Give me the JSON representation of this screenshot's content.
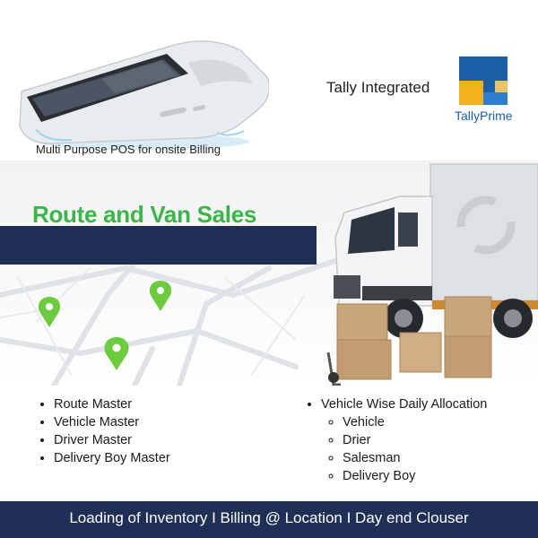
{
  "header": {
    "pos_caption": "Multi Purpose POS for onsite Billing",
    "tally_integrated": "Tally Integrated",
    "tally_brand": "TallyPrime"
  },
  "banner": {
    "title": "Route and Van Sales"
  },
  "masters_list": [
    "Route Master",
    "Vehicle Master",
    "Driver Master",
    "Delivery Boy Master"
  ],
  "allocation": {
    "title": "Vehicle Wise Daily  Allocation",
    "items": [
      "Vehicle",
      "Drier",
      "Salesman",
      "Delivery Boy"
    ]
  },
  "footer": {
    "text": "Loading of Inventory I Billing @ Location I Day end Clouser"
  },
  "colors": {
    "navy": "#1f2f56",
    "green_title": "#3bb54a",
    "tally_blue": "#1c5ea8",
    "tally_yellow": "#f2b01e",
    "box_brown": "#c9a57a"
  },
  "icons": [
    "pos-terminal-icon",
    "tally-logo-icon",
    "map-pin-icon",
    "delivery-truck-icon",
    "cardboard-box-icon"
  ]
}
